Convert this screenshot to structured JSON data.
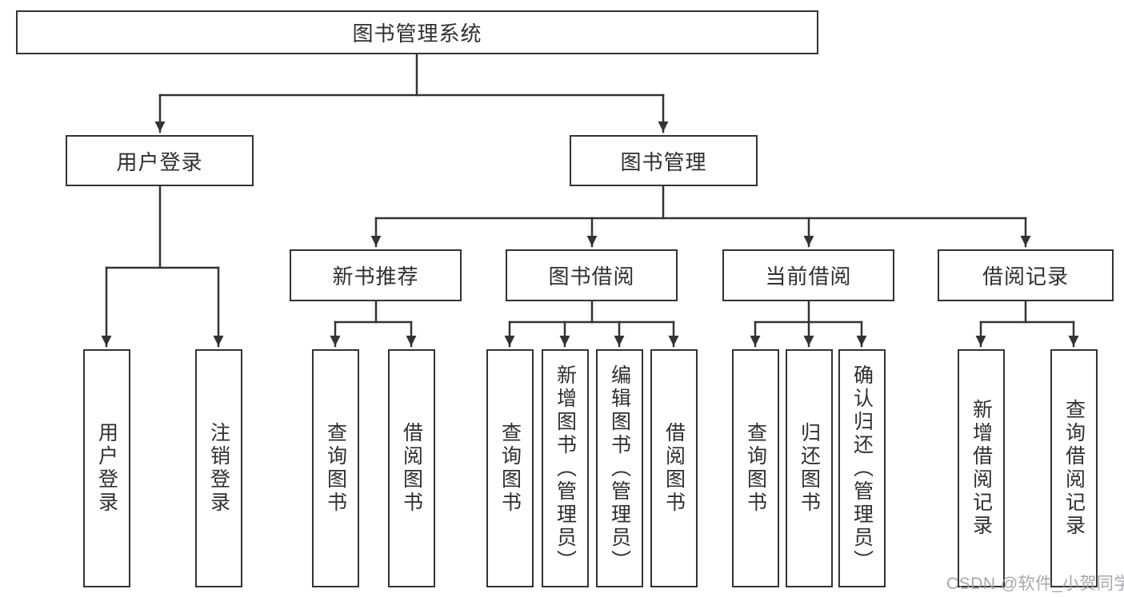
{
  "diagram": {
    "title": "图书管理系统",
    "branches": {
      "user_login": {
        "label": "用户登录",
        "children": [
          "用户登录",
          "注销登录"
        ]
      },
      "book_management": {
        "label": "图书管理",
        "sections": {
          "new_book_recommend": {
            "label": "新书推荐",
            "children": [
              "查询图书",
              "借阅图书"
            ]
          },
          "book_borrow": {
            "label": "图书借阅",
            "children": [
              "查询图书",
              "新增图书（管理员）",
              "编辑图书（管理员）",
              "借阅图书"
            ]
          },
          "current_borrow": {
            "label": "当前借阅",
            "children": [
              "查询图书",
              "归还图书",
              "确认归还（管理员）"
            ]
          },
          "borrow_record": {
            "label": "借阅记录",
            "children": [
              "新增借阅记录",
              "查询借阅记录"
            ]
          }
        }
      }
    }
  },
  "watermark": "CSDN @软件_小贺同学",
  "colors": {
    "line": "#333333",
    "text": "#2f2f2f",
    "watermark": "#9ba0a4",
    "background": "#ffffff"
  }
}
